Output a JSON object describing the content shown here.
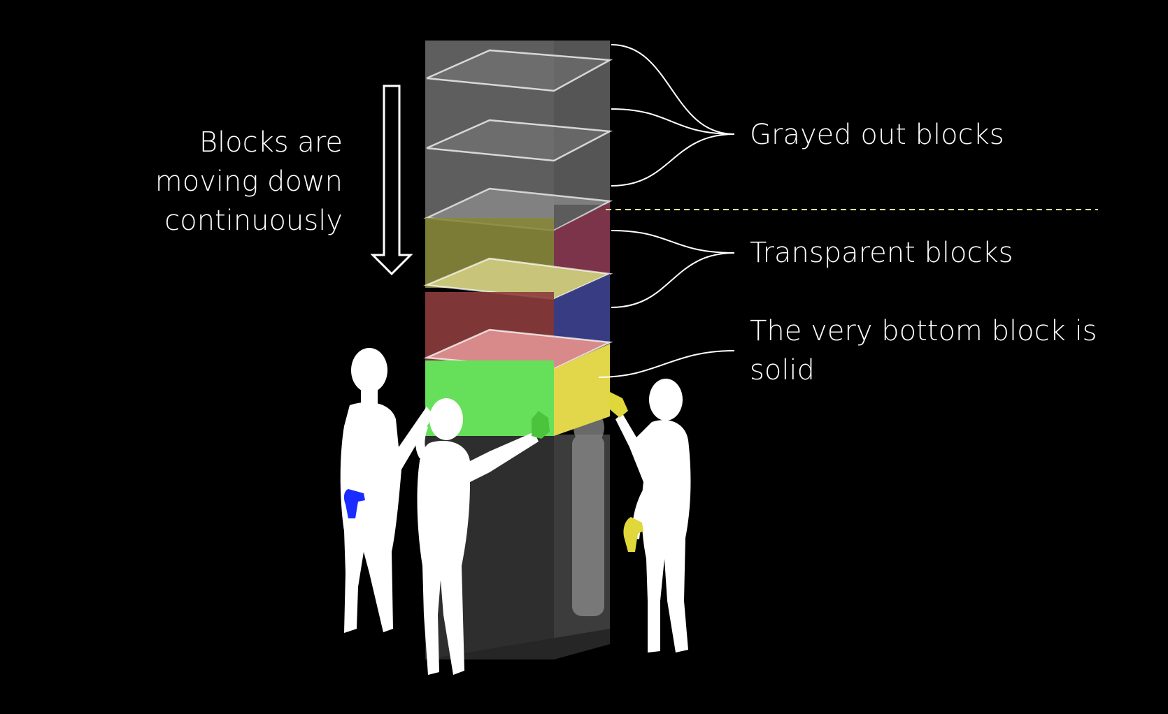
{
  "labels": {
    "moving": "Blocks are moving down continuously",
    "grayed": "Grayed out blocks",
    "transparent": "Transparent blocks",
    "solid": "The very bottom block is solid"
  },
  "colors": {
    "background": "#000000",
    "gray_block": "#6e6e6e",
    "transparent_front_top": "#8a8a3c",
    "transparent_side_top": "#8a3a52",
    "transparent_front_bottom": "#8c3c3c",
    "transparent_side_bottom": "#3a3f8a",
    "solid_front": "#66e05a",
    "solid_side": "#e2d64a",
    "pillar": "#2e2e2e",
    "hand_blue": "#1a2cff",
    "hand_yellow": "#e0d83a",
    "hand_green": "#4bc43c",
    "figure": "#ffffff"
  }
}
